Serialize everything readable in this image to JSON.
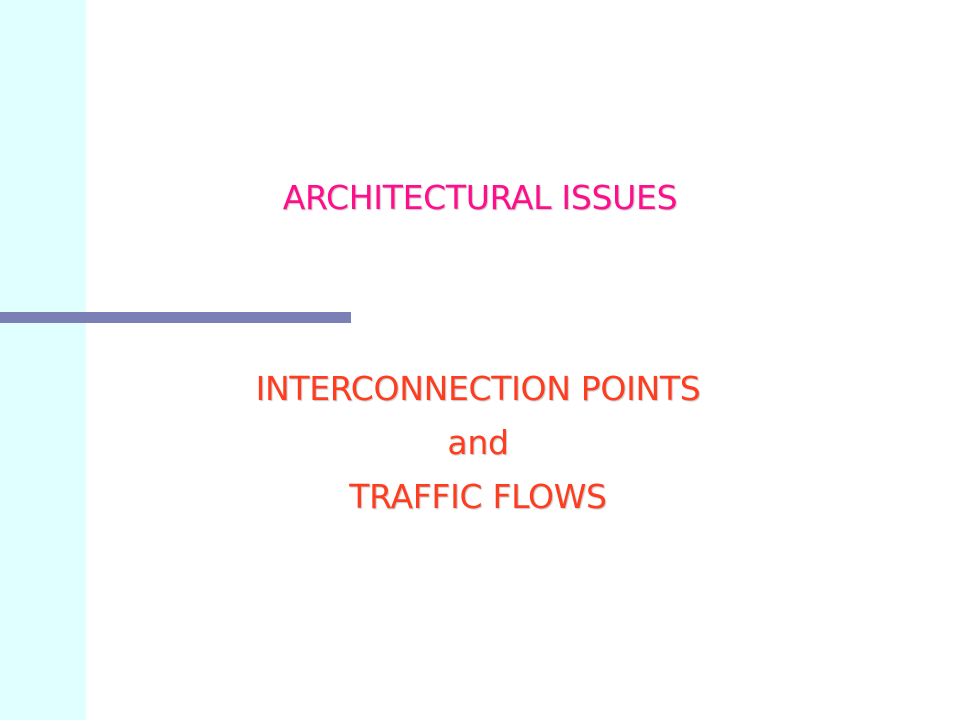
{
  "slide": {
    "title": "ARCHITECTURAL ISSUES",
    "subtitle_lines": [
      "INTERCONNECTION POINTS",
      "and",
      "TRAFFIC FLOWS"
    ],
    "colors": {
      "title": "#ff0d8a",
      "subtitle": "#ff3c1e",
      "left_band": "#e0ffff",
      "divider": "#7a7fb6",
      "background": "#ffffff"
    }
  }
}
